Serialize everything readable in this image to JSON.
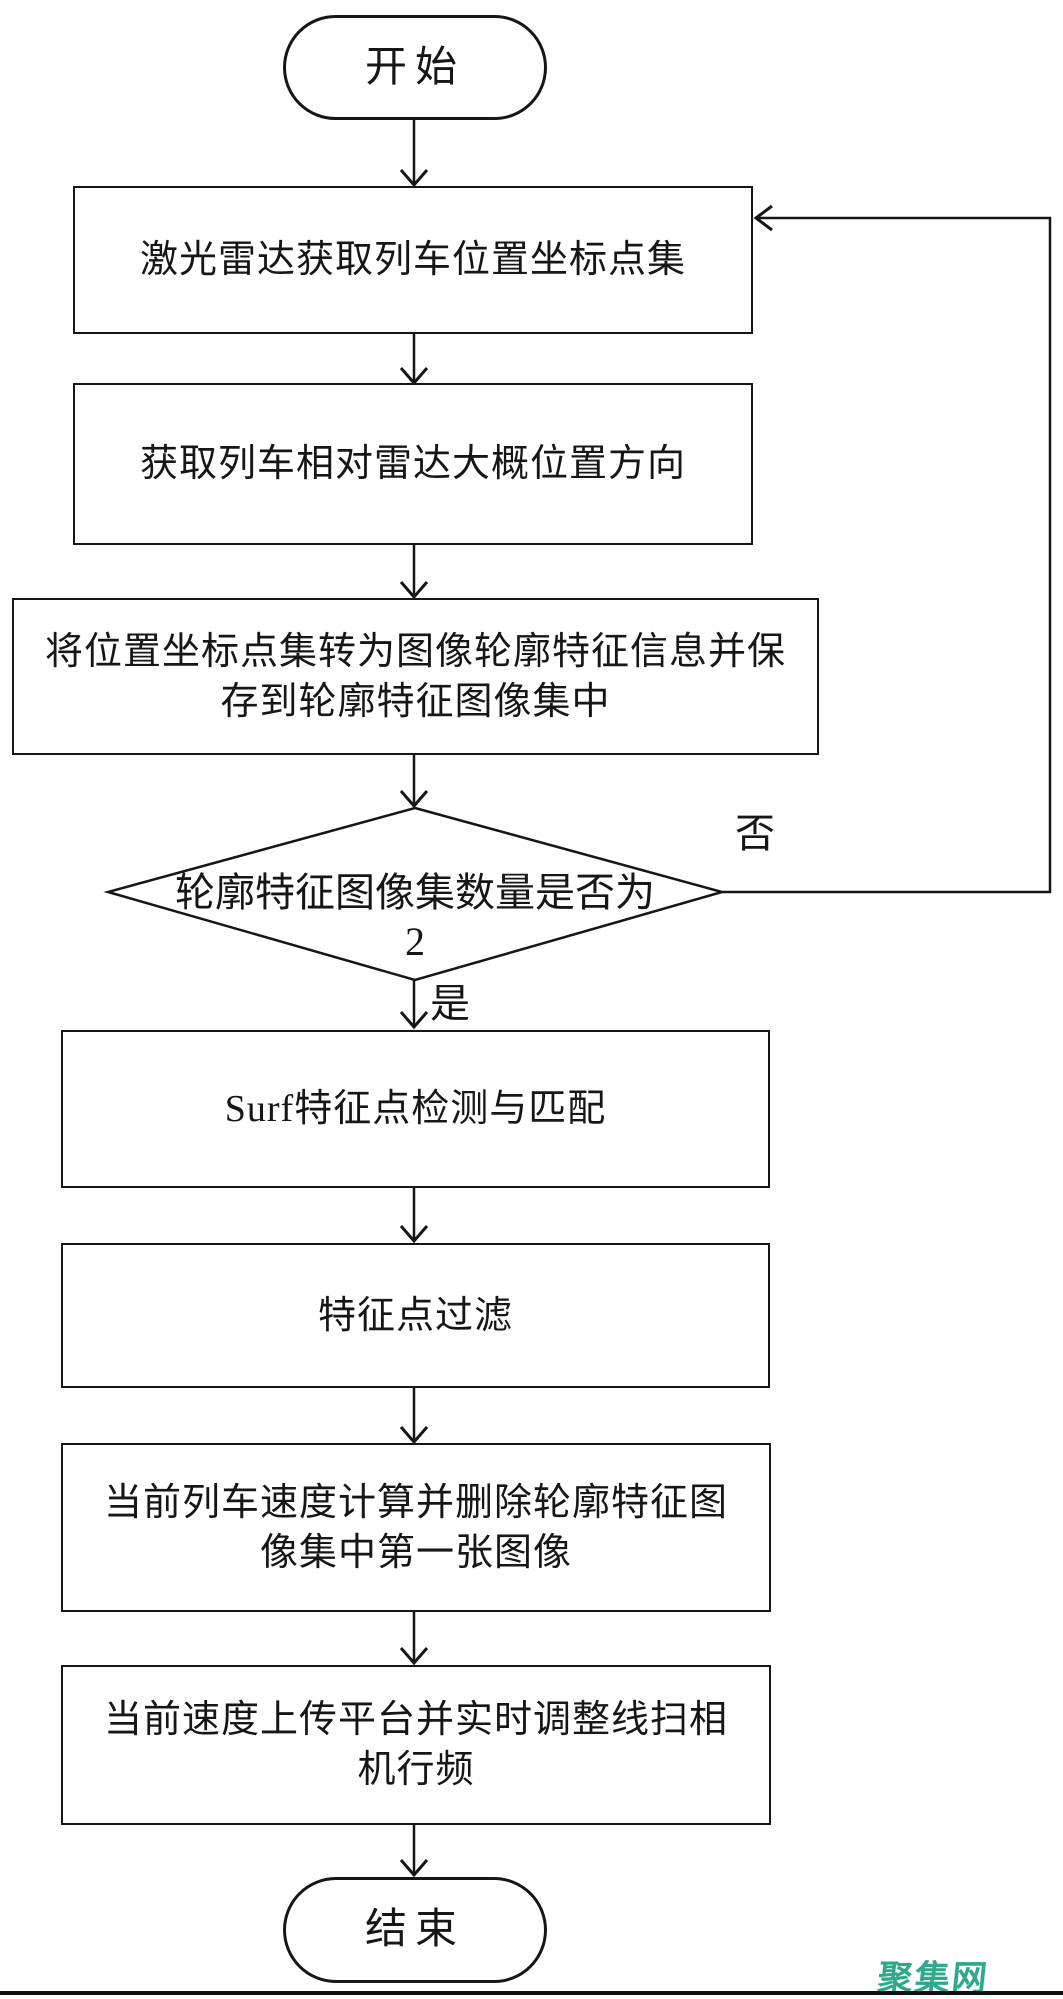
{
  "page": {
    "background": "#ffffff",
    "line_color": "#161616"
  },
  "flowchart": {
    "start_label": "开始",
    "step1": "激光雷达获取列车位置坐标点集",
    "step2": "获取列车相对雷达大概位置方向",
    "step3_line1": "将位置坐标点集转为图像轮廓特征信息并保",
    "step3_line2": "存到轮廓特征图像集中",
    "decision_line1": "轮廓特征图像集数量是否为",
    "decision_line2": "2",
    "no_label": "否",
    "yes_label": "是",
    "step4": "Surf特征点检测与匹配",
    "step5": "特征点过滤",
    "step6_line1": "当前列车速度计算并删除轮廓特征图",
    "step6_line2": "像集中第一张图像",
    "step7_line1": "当前速度上传平台并实时调整线扫相",
    "step7_line2": "机行频",
    "end_label": "结束"
  },
  "watermark": {
    "text": "聚集网",
    "color": "#2EA98C"
  }
}
